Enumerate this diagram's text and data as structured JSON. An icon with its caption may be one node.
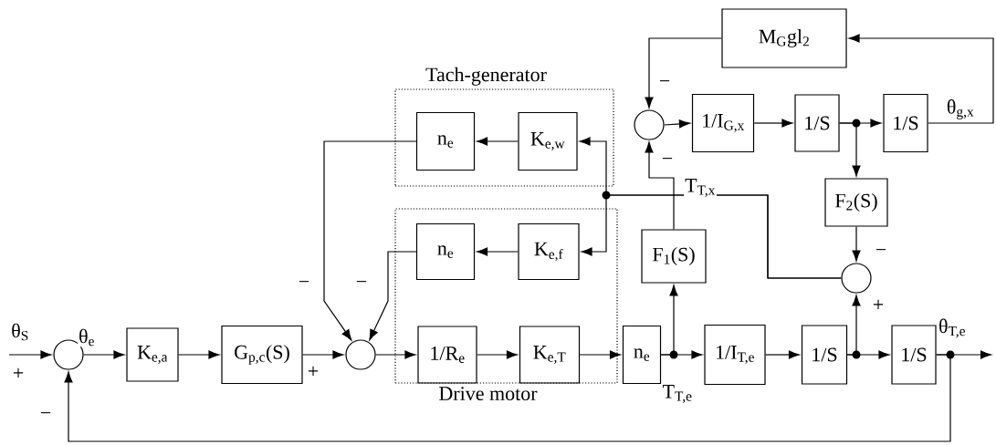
{
  "diagram": {
    "nodes": [
      {
        "text": [
          "Tach-generator"
        ]
      },
      {
        "text": [
          "n$_{e}$"
        ],
        "in": 0
      },
      {
        "text": [
          "K$_{e,w}$"
        ],
        "in": 0
      },
      {
        "text": [
          "Drive motor"
        ]
      },
      {
        "text": [
          "n$_{e}$"
        ],
        "in": 3
      },
      {
        "text": [
          "K$_{e,f}$"
        ],
        "in": 3
      },
      {
        "text": [
          "1/R$_{e}$"
        ],
        "in": 3
      },
      {
        "text": [
          "K$_{e,T}$"
        ],
        "in": 3
      },
      {
        "text": [],
        "shape": "circle"
      },
      {
        "text": [
          "K$_{e,a}$"
        ]
      },
      {
        "text": [
          "G$_{p,c}$(S)"
        ]
      },
      {
        "text": [],
        "shape": "circle"
      },
      {
        "text": [
          "n$_{e}$"
        ]
      },
      {
        "text": [
          "F$_{1}$(S)"
        ]
      },
      {
        "text": [
          "1/I$_{T,e}$"
        ]
      },
      {
        "text": [
          "1/S"
        ]
      },
      {
        "text": [
          "1/S"
        ]
      },
      {
        "text": [],
        "shape": "circle"
      },
      {
        "text": [
          "F$_{2}$(S)"
        ]
      },
      {
        "text": [],
        "shape": "circle"
      },
      {
        "text": [
          "1/I$_{G,x}$"
        ]
      },
      {
        "text": [
          "1/S"
        ]
      },
      {
        "text": [
          "1/S"
        ]
      },
      {
        "text": [
          "M$_{G}$gl$_{2}$"
        ]
      }
    ],
    "edges": [
      {
        "from": null,
        "to": 8,
        "arrow": "to"
      },
      {
        "from": 8,
        "to": 9,
        "arrow": "to"
      },
      {
        "from": 9,
        "to": 10,
        "arrow": "to"
      },
      {
        "from": 10,
        "to": 11,
        "arrow": "to"
      },
      {
        "from": 11,
        "to": 6,
        "arrow": "to"
      },
      {
        "from": 6,
        "to": 7,
        "arrow": "to"
      },
      {
        "from": 7,
        "to": 12,
        "arrow": "to"
      },
      {
        "from": 12,
        "to": 14,
        "arrow": "to"
      },
      {
        "from": 12,
        "to": 13,
        "arrow": "to"
      },
      {
        "from": 14,
        "to": 15,
        "arrow": "to"
      },
      {
        "from": 15,
        "to": 16,
        "arrow": "to"
      },
      {
        "from": 15,
        "to": 17,
        "arrow": "to"
      },
      {
        "from": 16,
        "to": null,
        "arrow": "to"
      },
      {
        "from": 16,
        "to": 8,
        "arrow": "to"
      },
      {
        "from": 17,
        "to": 2,
        "arrow": "to"
      },
      {
        "from": 17,
        "to": 5,
        "arrow": "to"
      },
      {
        "from": 2,
        "to": 1,
        "arrow": "to"
      },
      {
        "from": 5,
        "to": 4,
        "arrow": "to"
      },
      {
        "from": 1,
        "to": 11,
        "arrow": "to"
      },
      {
        "from": 4,
        "to": 11,
        "arrow": "to"
      },
      {
        "from": 13,
        "to": 19,
        "arrow": "to"
      },
      {
        "from": 19,
        "to": 20,
        "arrow": "to"
      },
      {
        "from": 20,
        "to": 21,
        "arrow": "to"
      },
      {
        "from": 21,
        "to": 22,
        "arrow": "to"
      },
      {
        "from": 21,
        "to": 18,
        "arrow": "to"
      },
      {
        "from": 18,
        "to": 17,
        "arrow": "to"
      },
      {
        "from": 22,
        "to": 23,
        "arrow": "to"
      },
      {
        "from": 23,
        "to": 19,
        "arrow": "to"
      }
    ],
    "labels": [
      "−",
      "θ$_{g,x}$",
      "−",
      "T$_{T,x}$",
      "−",
      "−",
      "−",
      "θ$_{S}$",
      "θ$_{e}$",
      "θ$_{T,e}$",
      "+",
      "+",
      "+",
      "T$_{T,e}$",
      "−"
    ]
  }
}
